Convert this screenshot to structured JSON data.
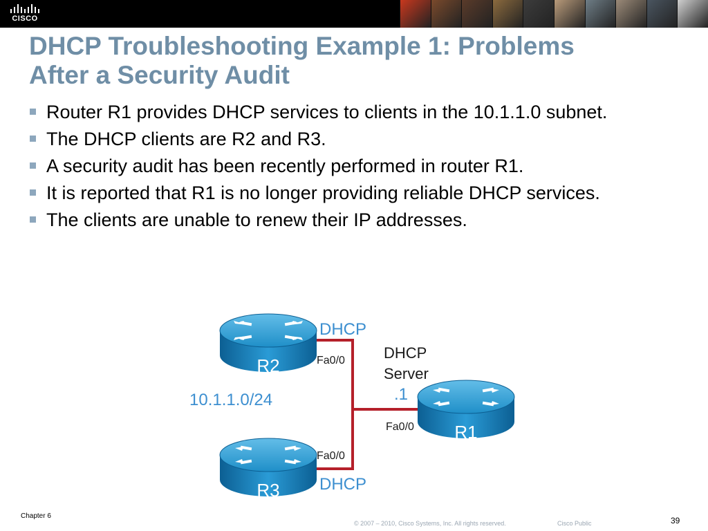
{
  "header": {
    "logo_text": "CISCO",
    "photo_colors": [
      "#c8381e",
      "#7a4a2c",
      "#5a3b2a",
      "#8b6a3e",
      "#3c3c3c",
      "#b89a7a",
      "#6e7d86",
      "#9b8a78",
      "#4a5560",
      "#cfcfcf"
    ]
  },
  "slide": {
    "title_line1": "DHCP Troubleshooting Example 1: Problems",
    "title_line2": "After a Security Audit",
    "bullets": [
      "Router R1 provides DHCP services to clients in the 10.1.1.0 subnet.",
      "The DHCP clients are R2 and R3.",
      "A security audit has been recently performed in router R1.",
      "It is reported that R1 is no longer providing reliable DHCP services.",
      "The clients are unable to renew their IP addresses."
    ]
  },
  "diagram": {
    "r1_label": "R1",
    "r2_label": "R2",
    "r3_label": "R3",
    "r2_dhcp": "DHCP",
    "r3_dhcp": "DHCP",
    "r2_port": "Fa0/0",
    "r3_port": "Fa0/0",
    "r1_port": "Fa0/0",
    "server_line1": "DHCP",
    "server_line2": "Server",
    "server_addr": ".1",
    "subnet": "10.1.1.0/24",
    "colors": {
      "router_blue": "#1f8fc8",
      "link_red": "#b5202a",
      "dhcp_blue": "#3d8fd0",
      "label_gray": "#1a1a1a"
    }
  },
  "footer": {
    "chapter": "Chapter 6",
    "copyright": "© 2007 – 2010, Cisco Systems, Inc. All rights reserved.",
    "classification": "Cisco Public",
    "page_number": "39"
  }
}
